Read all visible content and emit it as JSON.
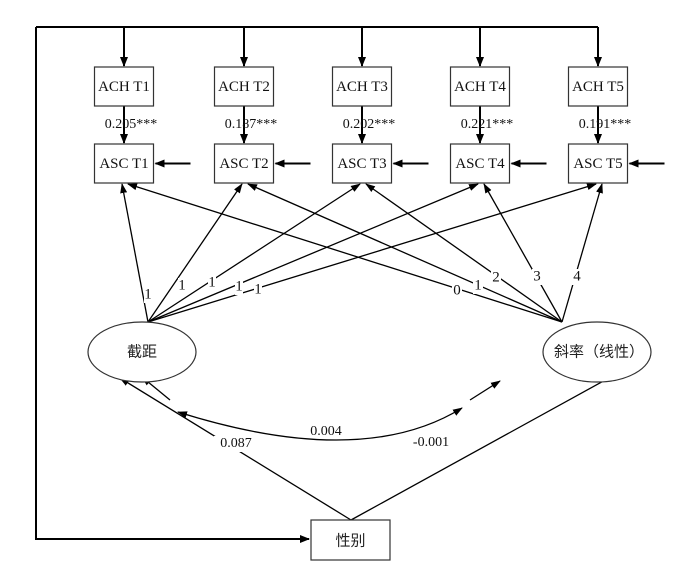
{
  "diagram": {
    "type": "latent growth curve path model",
    "ach_boxes": [
      {
        "id": "ach-t1",
        "label": "ACH T1"
      },
      {
        "id": "ach-t2",
        "label": "ACH T2"
      },
      {
        "id": "ach-t3",
        "label": "ACH T3"
      },
      {
        "id": "ach-t4",
        "label": "ACH T4"
      },
      {
        "id": "ach-t5",
        "label": "ACH T5"
      }
    ],
    "asc_boxes": [
      {
        "id": "asc-t1",
        "label": "ASC T1"
      },
      {
        "id": "asc-t2",
        "label": "ASC T2"
      },
      {
        "id": "asc-t3",
        "label": "ASC T3"
      },
      {
        "id": "asc-t4",
        "label": "ASC T4"
      },
      {
        "id": "asc-t5",
        "label": "ASC T5"
      }
    ],
    "ach_to_asc_paths": [
      "0.205***",
      "0.187***",
      "0.202***",
      "0.221***",
      "0.191***"
    ],
    "intercept": {
      "label": "截距",
      "loadings": [
        "1",
        "1",
        "1",
        "1",
        "1"
      ]
    },
    "slope": {
      "label": "斜率（线性）",
      "loadings": [
        "0",
        "1",
        "2",
        "3",
        "4"
      ]
    },
    "covariance": {
      "label": "0.004"
    },
    "gender": {
      "label": "性别"
    },
    "gender_to_intercept": {
      "label": "0.087"
    },
    "gender_to_slope": {
      "label": "-0.001"
    }
  }
}
